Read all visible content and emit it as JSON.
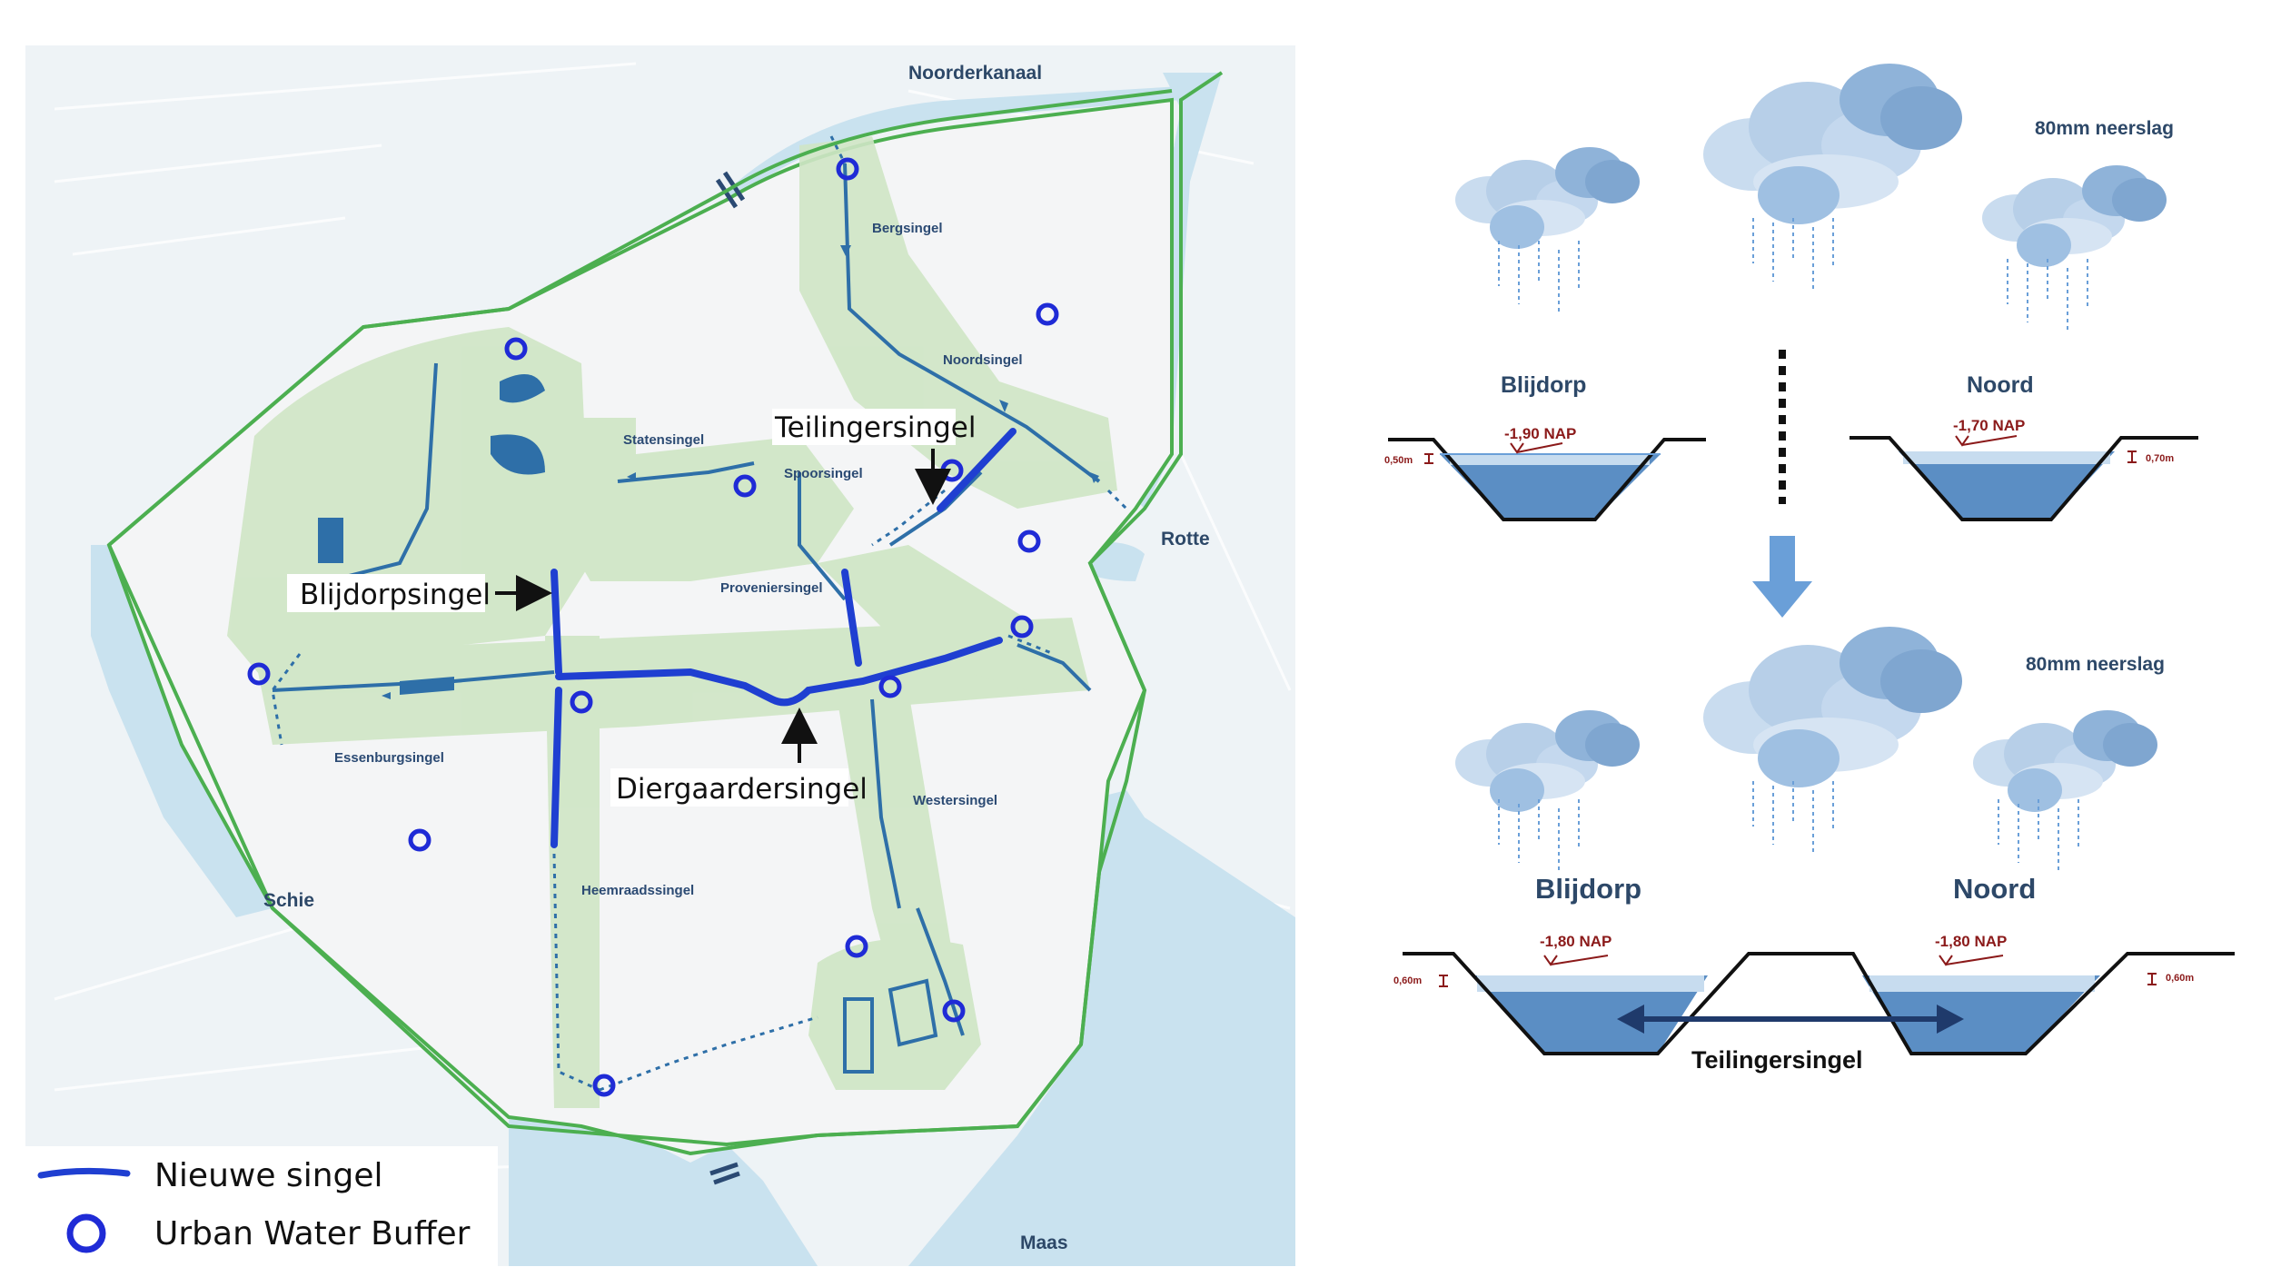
{
  "map": {
    "water_labels": {
      "noorderkanaal": "Noorderkanaal",
      "rotte": "Rotte",
      "schie": "Schie",
      "maas": "Maas"
    },
    "streets": {
      "bergsingel": "Bergsingel",
      "noordsingel": "Noordsingel",
      "statensingel": "Statensingel",
      "spoorsingel": "Spoorsingel",
      "proveniersingel": "Proveniersingel",
      "essenburgsingel": "Essenburgsingel",
      "westersingel": "Westersingel",
      "heemraadssingel": "Heemraadssingel"
    },
    "callouts": {
      "teilingersingel": "Teilingersingel",
      "blijdorpsingel": "Blijdorpsingel",
      "diergaardersingel": "Diergaardersingel"
    },
    "legend": {
      "new_canal": "Nieuwe singel",
      "water_buffer": "Urban Water Buffer"
    },
    "colors": {
      "water": "#c9e2ef",
      "green_zone": "#cfe6c5",
      "boundary": "#4caf50",
      "new_canal": "#1f3fd1",
      "buffer": "#1f2bd6",
      "waterway": "#2e6fa8"
    }
  },
  "diagram": {
    "before": {
      "rain_label": "80mm neerslag",
      "left": {
        "title": "Blijdorp",
        "level": "-1,90 NAP",
        "depth": "0,50m"
      },
      "right": {
        "title": "Noord",
        "level": "-1,70 NAP",
        "depth": "0,70m"
      }
    },
    "after": {
      "rain_label": "80mm neerslag",
      "left": {
        "title": "Blijdorp",
        "level": "-1,80 NAP",
        "depth": "0,60m"
      },
      "right": {
        "title": "Noord",
        "level": "-1,80 NAP",
        "depth": "0,60m"
      },
      "connection": "Teilingersingel"
    },
    "colors": {
      "water_fill": "#5b8ec4",
      "water_surface": "#c7dcef",
      "cloud": "#8fb3d9",
      "arrow": "#6a9fd8",
      "level": "#8b1a1a"
    }
  }
}
